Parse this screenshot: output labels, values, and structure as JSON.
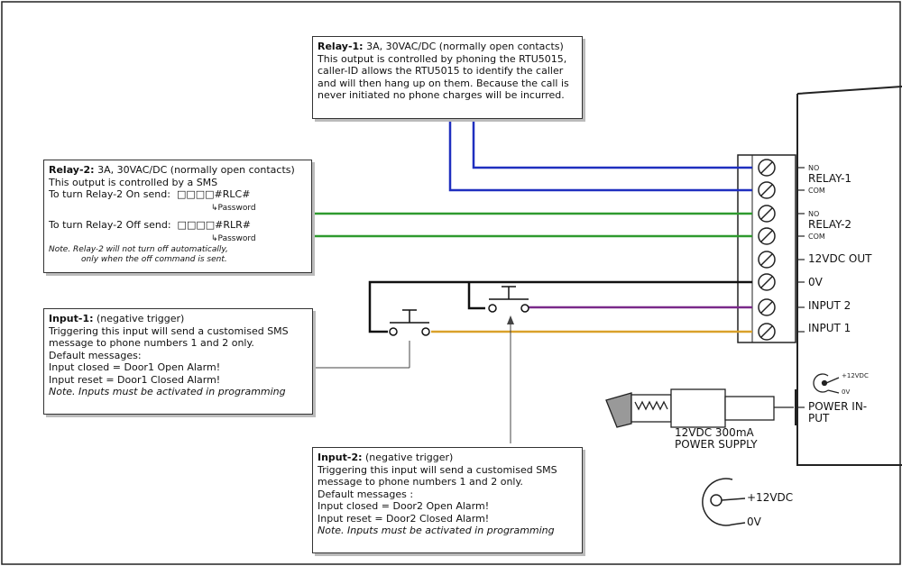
{
  "relay1_box": {
    "title": "Relay-1:",
    "title_rest": "3A, 30VAC/DC (normally open contacts)",
    "lines": [
      "This output is controlled by phoning the RTU5015,",
      "caller-ID allows the RTU5015 to identify the caller",
      "and will then hang up on them. Because the call is",
      "never initiated no phone charges will be incurred."
    ]
  },
  "relay2_box": {
    "title": "Relay-2:",
    "title_rest": "3A, 30VAC/DC (normally open contacts)",
    "line1": "This output is controlled by a SMS",
    "on_label": "To turn Relay-2 On send:",
    "on_cmd": "□□□□#RLC#",
    "off_label": "To turn Relay-2 Off send:",
    "off_cmd": "□□□□#RLR#",
    "password_label": "Password",
    "note1": "Note.   Relay-2 will not turn off automatically,",
    "note2": "only when the off command is sent."
  },
  "input1_box": {
    "title": "Input-1:",
    "title_rest": "(negative trigger)",
    "lines": [
      "Triggering this input will send a customised SMS",
      "message to phone numbers 1 and 2 only.",
      "Default messages:",
      "Input closed = Door1 Open Alarm!",
      "Input reset = Door1 Closed Alarm!"
    ],
    "note": "Note. Inputs must be activated in programming"
  },
  "input2_box": {
    "title": "Input-2:",
    "title_rest": "(negative trigger)",
    "lines": [
      "Triggering this input will send a customised SMS",
      "message to phone numbers 1 and 2 only.",
      "Default messages :",
      "Input closed = Door2 Open Alarm!",
      "Input reset = Door2 Closed Alarm!"
    ],
    "note": "Note. Inputs must be activated in programming"
  },
  "terminals": {
    "no1": "NO",
    "relay1": "RELAY-1",
    "com1": "COM",
    "no2": "NO",
    "relay2": "RELAY-2",
    "com2": "COM",
    "vdc_out": "12VDC OUT",
    "zero_v": "0V",
    "input2": "INPUT 2",
    "input1": "INPUT 1"
  },
  "power": {
    "input_line1": "POWER IN-",
    "input_line2": "PUT",
    "small_plus": "+12VDC",
    "small_zero": "0V",
    "supply_line1": "12VDC 300mA",
    "supply_line2": "POWER SUPPLY",
    "big_plus": "+12VDC",
    "big_zero": "0V"
  },
  "colors": {
    "relay1_wire": "#1f2fbf",
    "relay2_wire": "#2e9a2e",
    "input2_wire": "#7a2a8a",
    "input1_wire": "#d9a12a",
    "ground_wire": "#111111"
  }
}
